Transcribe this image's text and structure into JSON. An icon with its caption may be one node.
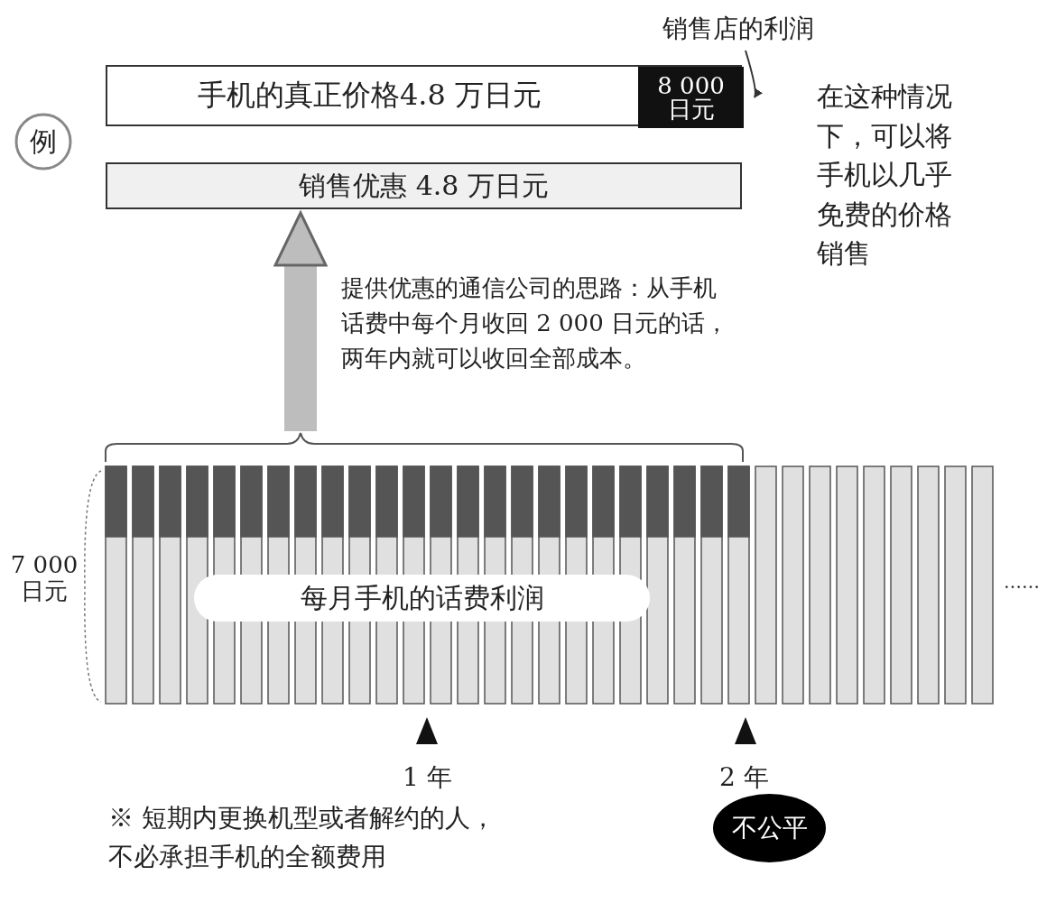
{
  "diagram": {
    "nodes": [
      {
        "text": [
          "例"
        ]
      },
      {
        "text": [
          "手机的真正价格4.8 万日元"
        ]
      },
      {
        "text": [
          "8 000 日元"
        ],
        "in": 1
      },
      {
        "text": [
          "销售店的利润"
        ]
      },
      {
        "text": [
          "销售优惠 4.8 万日元"
        ]
      },
      {
        "text": [
          "每月手机的话费利润"
        ]
      },
      {
        "text": [
          "不公平"
        ]
      },
      {
        "text": [],
        "shape": "bracket"
      }
    ],
    "edges": [
      {
        "from": 3,
        "to": 2,
        "arrow": "to"
      },
      {
        "from": 7,
        "to": 4,
        "arrow": "to",
        "style": "thick",
        "color": "#bdbdbd",
        "label": "提供优惠的通信公司的思路：从手机话费中每个月收回 2 000 日元的话，两年内就可以收回全部成本。"
      }
    ],
    "labels": [
      "在这种情况下，可以将手机以几乎免费的价格销售",
      "7 000 日元",
      "……",
      "1 年",
      "2 年",
      "※ 短期内更换机型或者解约的人，不必承担手机的全额费用"
    ]
  }
}
